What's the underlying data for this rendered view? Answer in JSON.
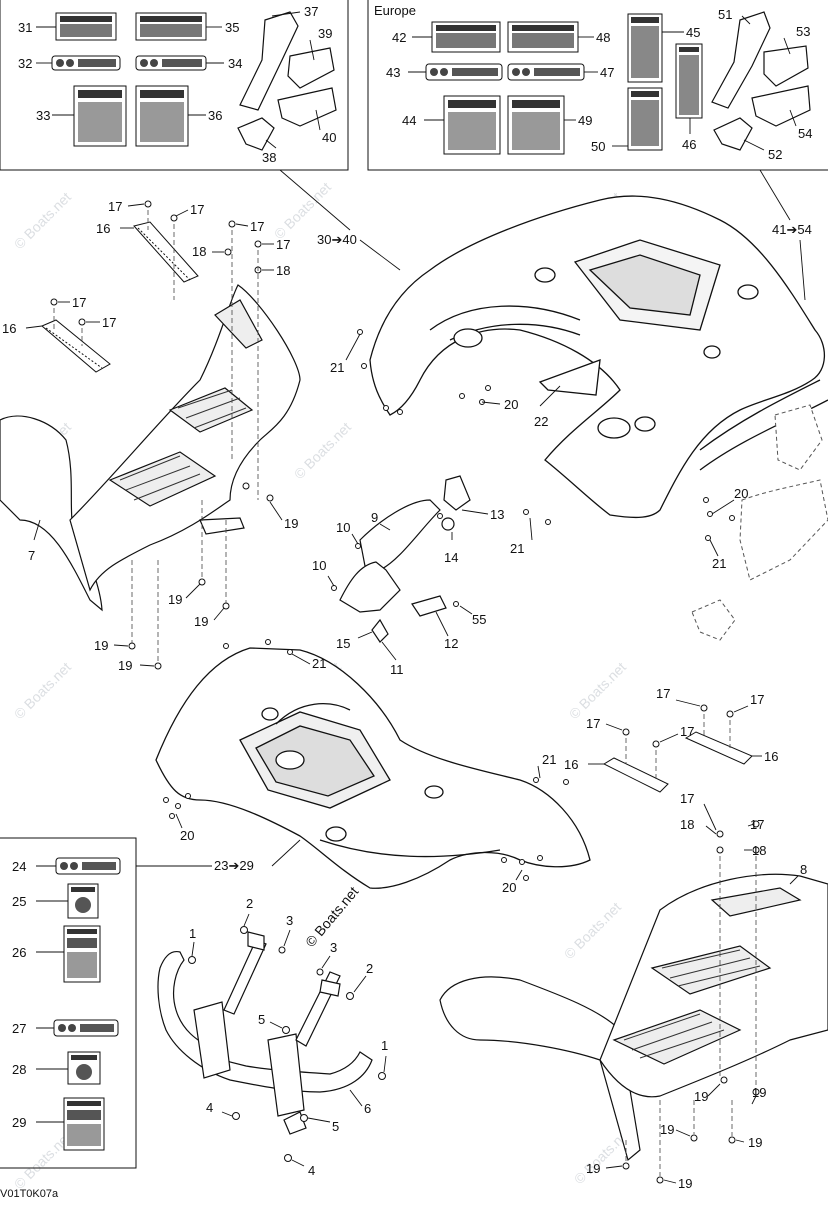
{
  "diagram": {
    "region_label": "Europe",
    "watermark": "© Boats.net",
    "figure_code": "V01T0K07a",
    "callouts": {
      "c1": "1",
      "c2": "2",
      "c3": "3",
      "c4": "4",
      "c5": "5",
      "c6": "6",
      "c7": "7",
      "c8": "8",
      "c9": "9",
      "c10": "10",
      "c11": "11",
      "c12": "12",
      "c13": "13",
      "c14": "14",
      "c15": "15",
      "c16": "16",
      "c17": "17",
      "c18": "18",
      "c19": "19",
      "c20": "20",
      "c21": "21",
      "c22": "22",
      "c24": "24",
      "c25": "25",
      "c26": "26",
      "c27": "27",
      "c28": "28",
      "c29": "29",
      "c31": "31",
      "c32": "32",
      "c33": "33",
      "c34": "34",
      "c35": "35",
      "c36": "36",
      "c37": "37",
      "c38": "38",
      "c39": "39",
      "c40": "40",
      "c42": "42",
      "c43": "43",
      "c44": "44",
      "c45": "45",
      "c46": "46",
      "c47": "47",
      "c48": "48",
      "c49": "49",
      "c50": "50",
      "c51": "51",
      "c52": "52",
      "c53": "53",
      "c54": "54",
      "c55": "55"
    },
    "ranges": {
      "r30_40": "30➔40",
      "r41_54": "41➔54",
      "r23_29": "23➔29"
    }
  }
}
